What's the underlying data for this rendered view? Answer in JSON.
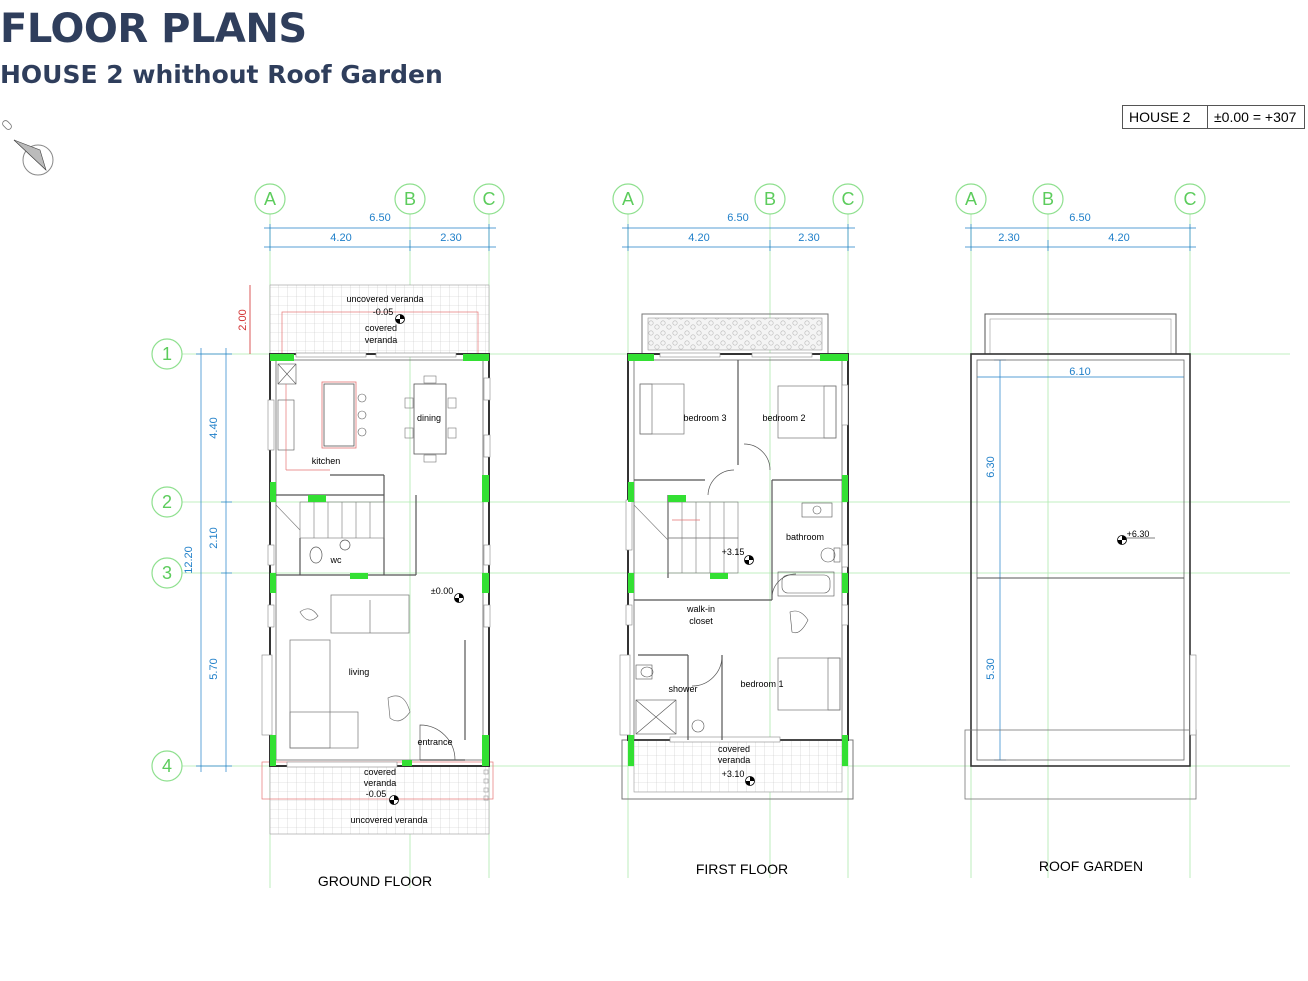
{
  "header": {
    "title": "FLOOR PLANS",
    "subtitle": "HOUSE 2 whithout Roof Garden"
  },
  "reference": {
    "house": "HOUSE 2",
    "level": "±0.00 = +307"
  },
  "grid": {
    "columns": [
      "A",
      "B",
      "C"
    ],
    "rows": [
      "1",
      "2",
      "3",
      "4"
    ]
  },
  "ground_floor": {
    "title": "GROUND FLOOR",
    "dims": {
      "total": "6.50",
      "ab": "4.20",
      "bc": "2.30",
      "veranda": "2.00",
      "d12": "4.40",
      "d23": "2.10",
      "d34": "5.70",
      "total_v": "12.20"
    },
    "rooms": {
      "uncovered_top": "uncovered veranda",
      "level_top": "-0.05",
      "covered_top_1": "covered",
      "covered_top_2": "veranda",
      "kitchen": "kitchen",
      "dining": "dining",
      "wc": "wc",
      "level_main": "±0.00",
      "living": "living",
      "entrance": "entrance",
      "covered_bot_1": "covered",
      "covered_bot_2": "veranda",
      "level_bot": "-0.05",
      "uncovered_bot": "uncovered veranda"
    }
  },
  "first_floor": {
    "title": "FIRST FLOOR",
    "dims": {
      "total": "6.50",
      "ab": "4.20",
      "bc": "2.30"
    },
    "rooms": {
      "bedroom3": "bedroom 3",
      "bedroom2": "bedroom 2",
      "bathroom": "bathroom",
      "level_stair": "+3.15",
      "walkin_1": "walk-in",
      "walkin_2": "closet",
      "shower": "shower",
      "bedroom1": "bedroom 1",
      "covered_1": "covered",
      "covered_2": "veranda",
      "level_veranda": "+3.10"
    }
  },
  "roof_garden": {
    "title": "ROOF GARDEN",
    "dims": {
      "total": "6.50",
      "ab": "2.30",
      "bc": "4.20",
      "inner": "6.10",
      "d_top": "6.30",
      "d_bot": "5.30"
    },
    "level": "+6.30"
  },
  "colors": {
    "accent_green": "#33e033",
    "grid_green": "#9be89b",
    "dim_blue": "#1f7fc9",
    "title_navy": "#2f3e5c"
  },
  "icons": [
    "north-arrow-icon",
    "level-marker-icon"
  ]
}
